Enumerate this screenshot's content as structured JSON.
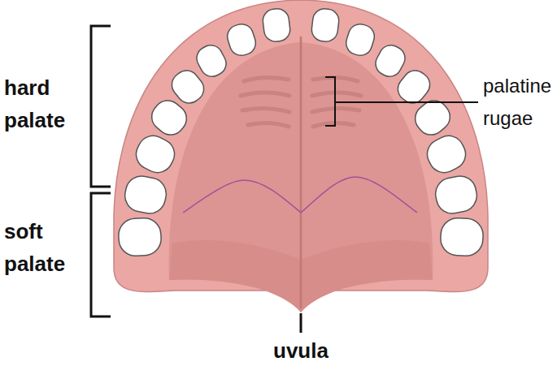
{
  "diagram": {
    "labels": [
      "hard palate",
      "palatine rugae",
      "soft palate",
      "uvula"
    ]
  }
}
